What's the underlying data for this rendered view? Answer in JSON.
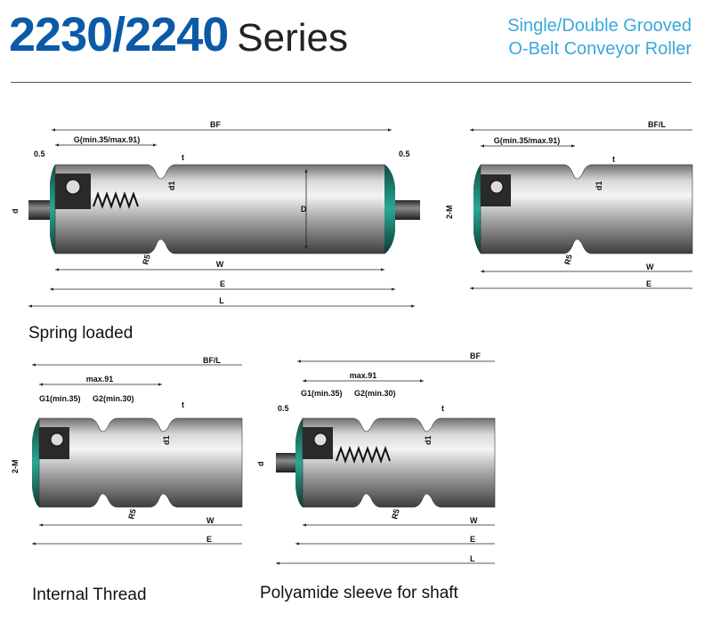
{
  "header": {
    "model": "2230/2240",
    "series_word": "Series",
    "subtitle_line1": "Single/Double Grooved",
    "subtitle_line2": "O-Belt Conveyor Roller"
  },
  "captions": {
    "spring_loaded": "Spring loaded",
    "internal_thread": "Internal Thread",
    "polyamide": "Polyamide sleeve for shaft"
  },
  "dims": {
    "bf": "BF",
    "bf_l": "BF/L",
    "g": "G(min.35/max.91)",
    "max91": "max.91",
    "g1": "G1(min.35)",
    "g2": "G2(min.30)",
    "half_mm": "0.5",
    "t": "t",
    "d1": "d1",
    "d_small": "d",
    "d_big": "D",
    "r5": "R5",
    "w": "W",
    "e": "E",
    "l": "L",
    "two_m": "2-M"
  },
  "colors": {
    "title_blue": "#0b5aa7",
    "subtitle_blue": "#39a8dc",
    "end_cap_green": "#1f8a7a"
  }
}
